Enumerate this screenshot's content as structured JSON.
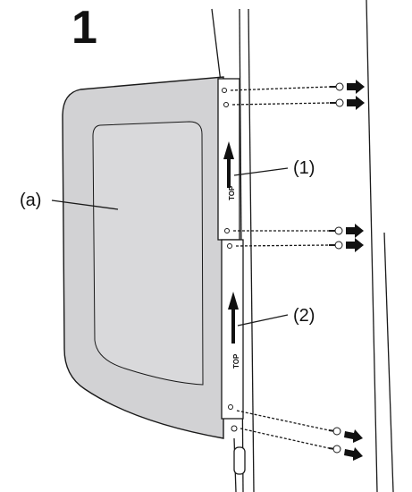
{
  "figure": {
    "step_number": "1",
    "labels": {
      "panel": "(a)",
      "bracket_upper": "(1)",
      "bracket_lower": "(2)"
    },
    "top_marks": [
      "TOP",
      "TOP"
    ],
    "screw_count": 6,
    "colors": {
      "panel_fill": "#d2d2d4",
      "window_fill": "#d9d9db",
      "line": "#1a1a1a",
      "background": "#ffffff"
    }
  }
}
